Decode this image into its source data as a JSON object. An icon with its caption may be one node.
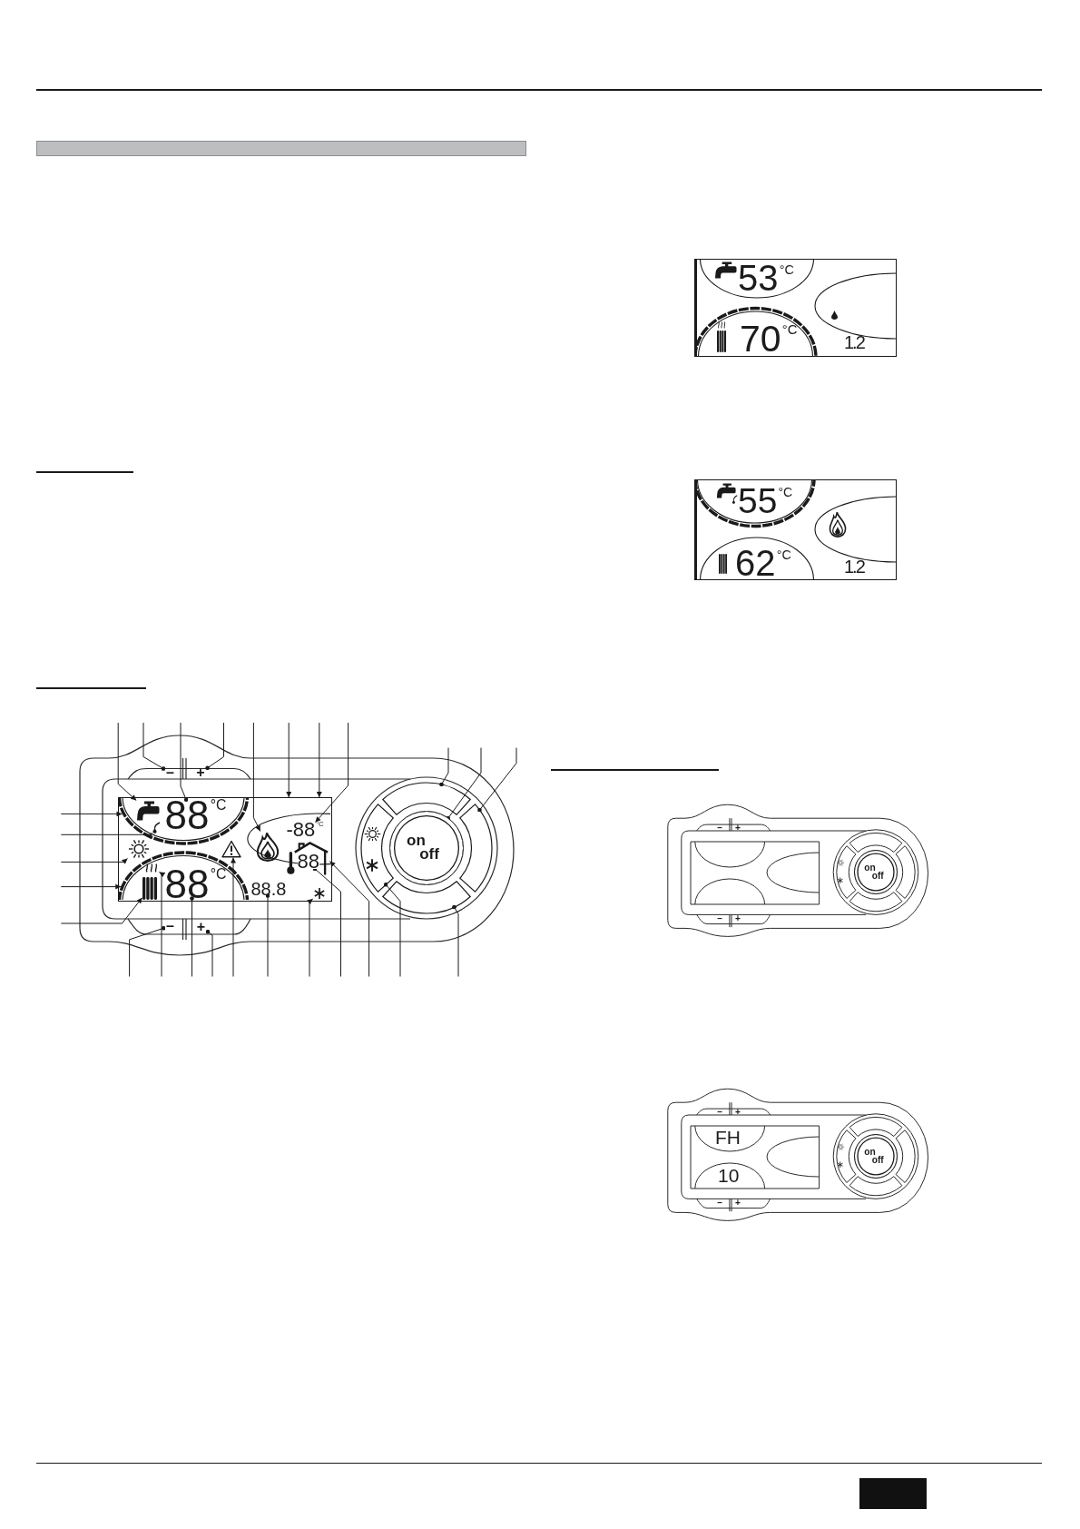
{
  "diagram": {
    "nodes": [
      {
        "text": [],
        "shape": "bar"
      },
      {
        "text": [],
        "shape": "box"
      },
      {
        "text": [
          "–"
        ]
      },
      {
        "text": [
          "+"
        ]
      },
      {
        "text": [],
        "shape": "arc",
        "in": 1
      },
      {
        "text": [],
        "shape": "picture",
        "in": 4
      },
      {
        "text": [
          "88$^{°C}$"
        ],
        "in": 4
      },
      {
        "text": [],
        "shape": "picture",
        "in": 4
      },
      {
        "text": [
          "-88$^{°C}$"
        ],
        "in": 1
      },
      {
        "text": [],
        "shape": "picture",
        "in": 1
      },
      {
        "text": [],
        "shape": "picture",
        "in": 1
      },
      {
        "text": [],
        "shape": "picture",
        "in": 1
      },
      {
        "text": [],
        "shape": "picture",
        "in": 1
      },
      {
        "text": [
          "88"
        ],
        "in": 12
      },
      {
        "text": [],
        "shape": "arc",
        "in": 1
      },
      {
        "text": [],
        "shape": "picture",
        "in": 14
      },
      {
        "text": [],
        "shape": "picture",
        "in": 14
      },
      {
        "text": [
          "88$^{°C}$"
        ],
        "in": 14
      },
      {
        "text": [
          "88.8"
        ],
        "in": 1
      },
      {
        "text": [],
        "shape": "picture",
        "in": 1
      },
      {
        "text": [
          "–"
        ]
      },
      {
        "text": [
          "+"
        ]
      },
      {
        "text": [],
        "shape": "arc"
      },
      {
        "text": [],
        "shape": "arc"
      },
      {
        "text": [],
        "shape": "arc"
      },
      {
        "text": [
          "on off"
        ]
      },
      {
        "text": [],
        "shape": "arc"
      },
      {
        "text": [
          "on off"
        ]
      },
      {
        "text": [
          "on off"
        ]
      }
    ],
    "edges": [
      {
        "from": null,
        "to": 5,
        "arrow": "to"
      },
      {
        "from": null,
        "to": 2,
        "arrow": "other"
      },
      {
        "from": null,
        "to": 6,
        "arrow": "other"
      },
      {
        "from": null,
        "to": 3,
        "arrow": "other"
      },
      {
        "from": null,
        "to": 9,
        "arrow": "to"
      },
      {
        "from": null,
        "to": 1,
        "arrow": "to"
      },
      {
        "from": null,
        "to": 1,
        "arrow": "to"
      },
      {
        "from": null,
        "to": 8,
        "arrow": "to"
      },
      {
        "from": null,
        "to": 22,
        "arrow": "other"
      },
      {
        "from": null,
        "to": 25,
        "arrow": "other"
      },
      {
        "from": null,
        "to": 23,
        "arrow": "other"
      },
      {
        "from": null,
        "to": 4,
        "arrow": "to"
      },
      {
        "from": null,
        "to": 7,
        "arrow": "to"
      },
      {
        "from": null,
        "to": 10,
        "arrow": "to"
      },
      {
        "from": null,
        "to": 14,
        "arrow": "to"
      },
      {
        "from": null,
        "to": 16,
        "arrow": "to"
      },
      {
        "from": null,
        "to": 20,
        "arrow": "other"
      },
      {
        "from": null,
        "to": 15,
        "arrow": "to"
      },
      {
        "from": null,
        "to": 17,
        "arrow": "other"
      },
      {
        "from": null,
        "to": 21,
        "arrow": "other"
      },
      {
        "from": null,
        "to": 11,
        "arrow": "to"
      },
      {
        "from": null,
        "to": 18,
        "arrow": "other"
      },
      {
        "from": null,
        "to": 19,
        "arrow": "to"
      },
      {
        "from": null,
        "to": 13,
        "arrow": "other"
      },
      {
        "from": null,
        "to": 12,
        "arrow": "to"
      },
      {
        "from": null,
        "to": 24,
        "arrow": "other"
      },
      {
        "from": null,
        "to": 26,
        "arrow": "other"
      }
    ],
    "labels": [
      "53$^{°C}$",
      "70$^{°C}$",
      "1.2",
      "55$^{°C}$",
      "62$^{°C}$",
      "1.2",
      "–",
      "+",
      "–",
      "+",
      "–",
      "+",
      "FH",
      "10",
      "–",
      "+"
    ]
  }
}
